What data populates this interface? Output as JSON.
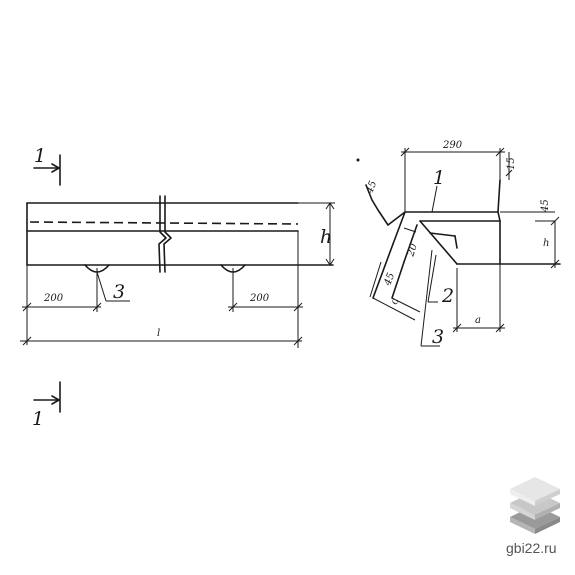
{
  "section_marker": {
    "number": "1"
  },
  "front_view": {
    "dim_left": "200",
    "dim_right": "200",
    "dim_length": "l",
    "dim_height": "h",
    "callout": "3"
  },
  "section_view": {
    "dim_top_width": "290",
    "dim_top_thickness": "15",
    "dim_wall": "20",
    "dim_height": "h",
    "dim_base": "a",
    "dim_leg": "c",
    "small_dims": [
      "45",
      "45",
      "45"
    ],
    "callouts": [
      "1",
      "2",
      "3"
    ]
  },
  "watermark": {
    "site": "gbi22.ru",
    "colors": {
      "light": "#e6e6e6",
      "mid": "#c8c8c8",
      "dark": "#9a9a9a"
    }
  }
}
